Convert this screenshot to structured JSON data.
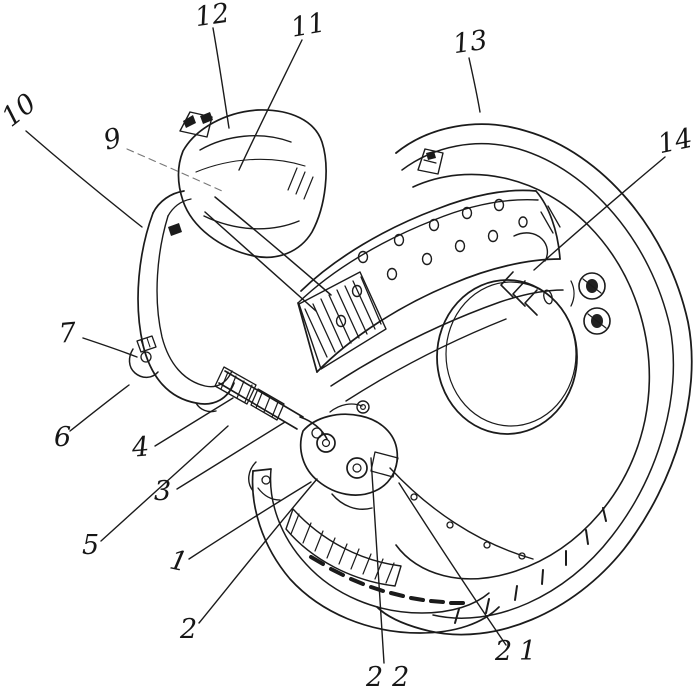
{
  "figure": {
    "description": "Freehand ink sketch of a drum brake wheel assembly with numbered reference leader lines",
    "ink_color": "#1b1b1b",
    "background_color": "#ffffff"
  },
  "reference_labels": [
    {
      "id": "12",
      "text": "12"
    },
    {
      "id": "11",
      "text": "11"
    },
    {
      "id": "13",
      "text": "13"
    },
    {
      "id": "14",
      "text": "14"
    },
    {
      "id": "10",
      "text": "10"
    },
    {
      "id": "9",
      "text": "9"
    },
    {
      "id": "7",
      "text": "7"
    },
    {
      "id": "6",
      "text": "6"
    },
    {
      "id": "4",
      "text": "4"
    },
    {
      "id": "3",
      "text": "3"
    },
    {
      "id": "5",
      "text": "5"
    },
    {
      "id": "1",
      "text": "1"
    },
    {
      "id": "2",
      "text": "2"
    },
    {
      "id": "22",
      "text": "22"
    },
    {
      "id": "21",
      "text": "21"
    }
  ]
}
